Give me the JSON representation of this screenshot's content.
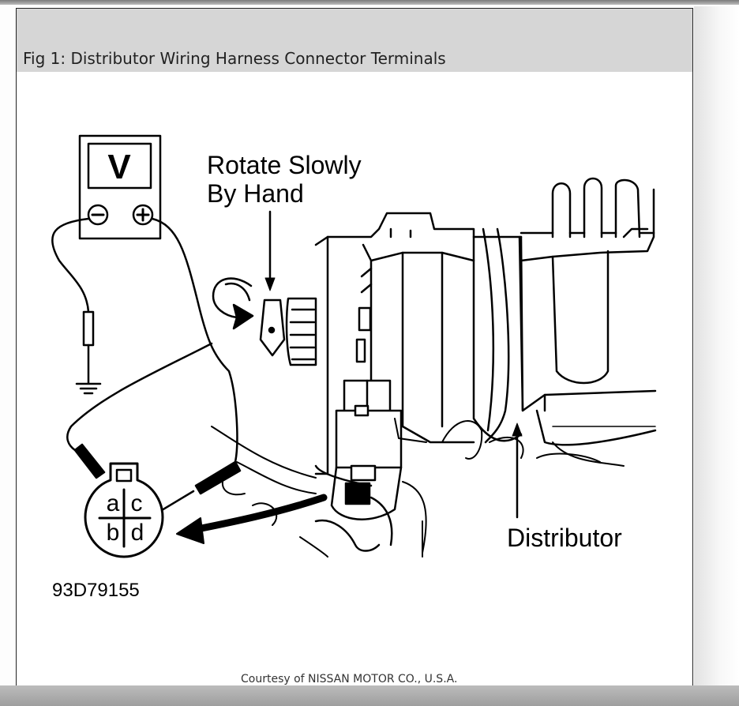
{
  "caption": "Fig 1: Distributor Wiring Harness Connector Terminals",
  "meter": {
    "display": "V",
    "neg_symbol": "−",
    "pos_symbol": "+"
  },
  "labels": {
    "rotate": [
      "Rotate Slowly",
      "By Hand"
    ],
    "distributor": "Distributor",
    "figure_id": "93D79155"
  },
  "connector_terminals": [
    "a",
    "c",
    "b",
    "d"
  ],
  "credit": "Courtesy of NISSAN MOTOR CO., U.S.A."
}
